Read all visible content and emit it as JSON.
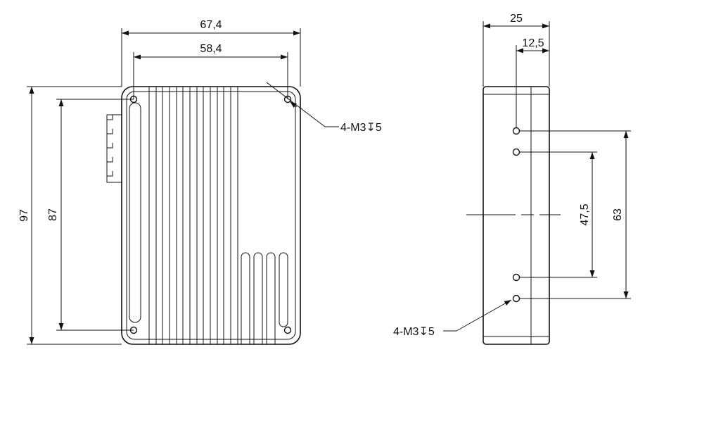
{
  "front_view": {
    "dim_overall_width": "67,4",
    "dim_hole_spacing_width": "58,4",
    "dim_overall_height": "97",
    "dim_hole_spacing_height": "87",
    "callout_holes": "4-M3↧5"
  },
  "side_view": {
    "dim_thickness": "25",
    "dim_half_thickness": "12,5",
    "dim_outer_holes": "63",
    "dim_inner_holes": "47,5",
    "callout_holes": "4-M3↧5"
  }
}
